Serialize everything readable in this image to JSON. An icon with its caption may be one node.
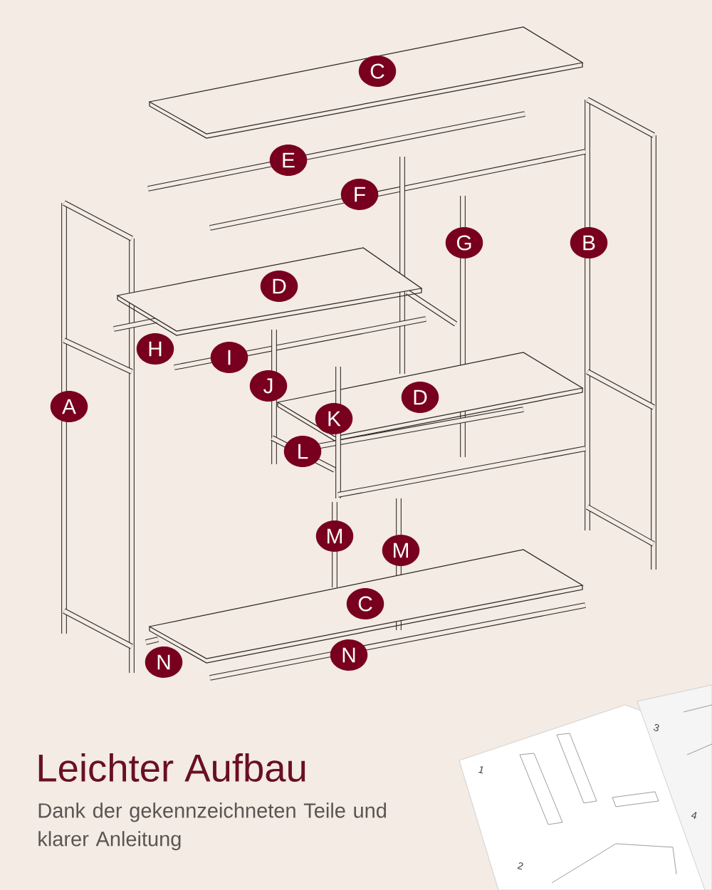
{
  "diagram": {
    "title": "Leichter Aufbau",
    "caption": "Dank der gekennzeichneten Teile und klarer Anleitung",
    "labels": [
      "C",
      "E",
      "F",
      "G",
      "B",
      "D",
      "H",
      "I",
      "J",
      "A",
      "D",
      "K",
      "L",
      "M",
      "M",
      "C",
      "N",
      "N",
      "3",
      "1",
      "4",
      "2"
    ]
  }
}
